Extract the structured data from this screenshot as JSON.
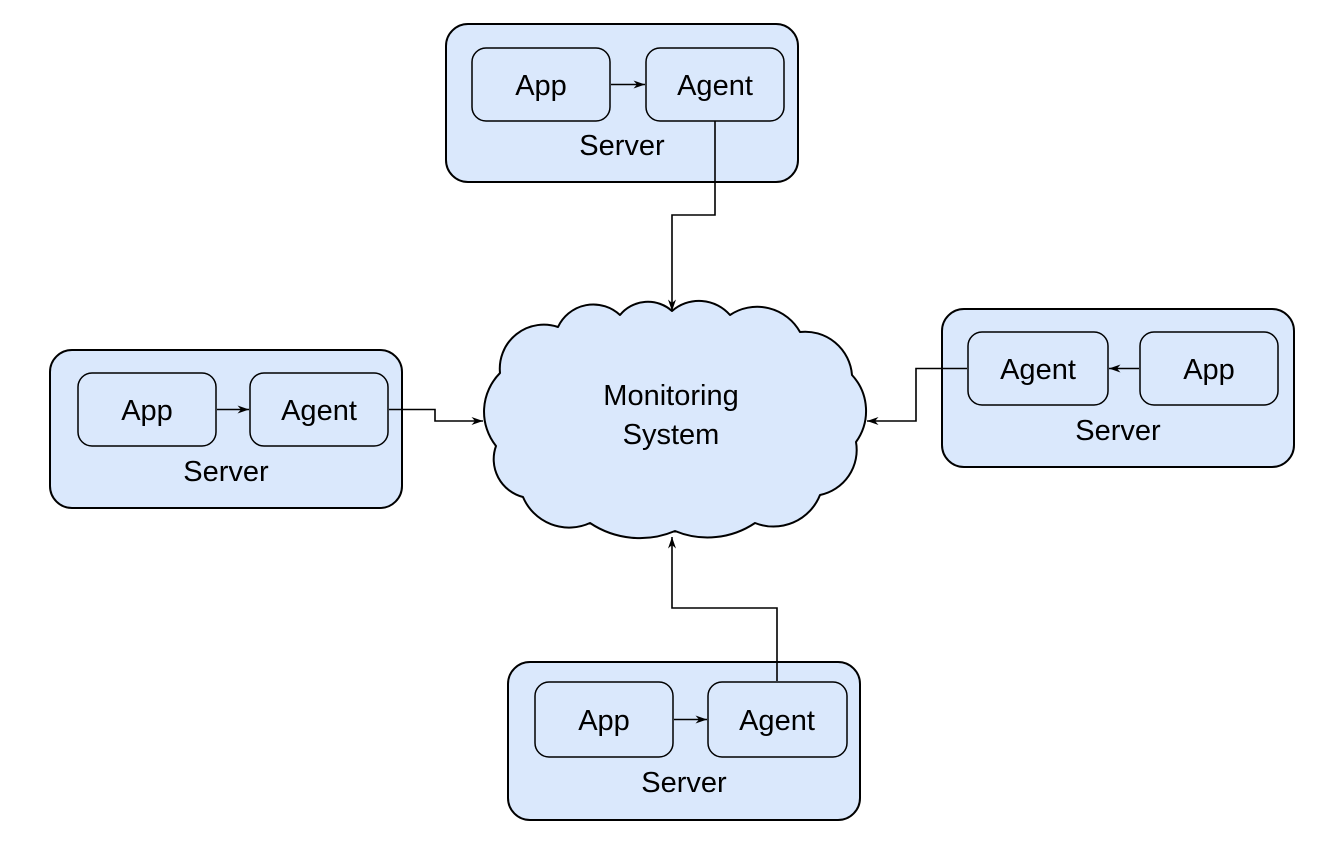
{
  "colors": {
    "node_fill": "#dae8fc",
    "node_stroke": "#000000",
    "edge_color": "#000000",
    "text_color": "#000000",
    "background": "#ffffff"
  },
  "cloud": {
    "name": "Monitoring System",
    "line1": "Monitoring",
    "line2": "System"
  },
  "servers": {
    "top": {
      "server_label": "Server",
      "app_label": "App",
      "agent_label": "Agent"
    },
    "left": {
      "server_label": "Server",
      "app_label": "App",
      "agent_label": "Agent"
    },
    "right": {
      "server_label": "Server",
      "app_label": "App",
      "agent_label": "Agent"
    },
    "bottom": {
      "server_label": "Server",
      "app_label": "App",
      "agent_label": "Agent"
    }
  },
  "connections": [
    {
      "from": "app",
      "to": "agent",
      "within": "server-top"
    },
    {
      "from": "app",
      "to": "agent",
      "within": "server-left"
    },
    {
      "from": "app",
      "to": "agent",
      "within": "server-right"
    },
    {
      "from": "app",
      "to": "agent",
      "within": "server-bottom"
    },
    {
      "from": "server-top-agent",
      "to": "monitoring-system-cloud"
    },
    {
      "from": "server-left-agent",
      "to": "monitoring-system-cloud"
    },
    {
      "from": "server-right-agent",
      "to": "monitoring-system-cloud"
    },
    {
      "from": "server-bottom-agent",
      "to": "monitoring-system-cloud"
    }
  ]
}
